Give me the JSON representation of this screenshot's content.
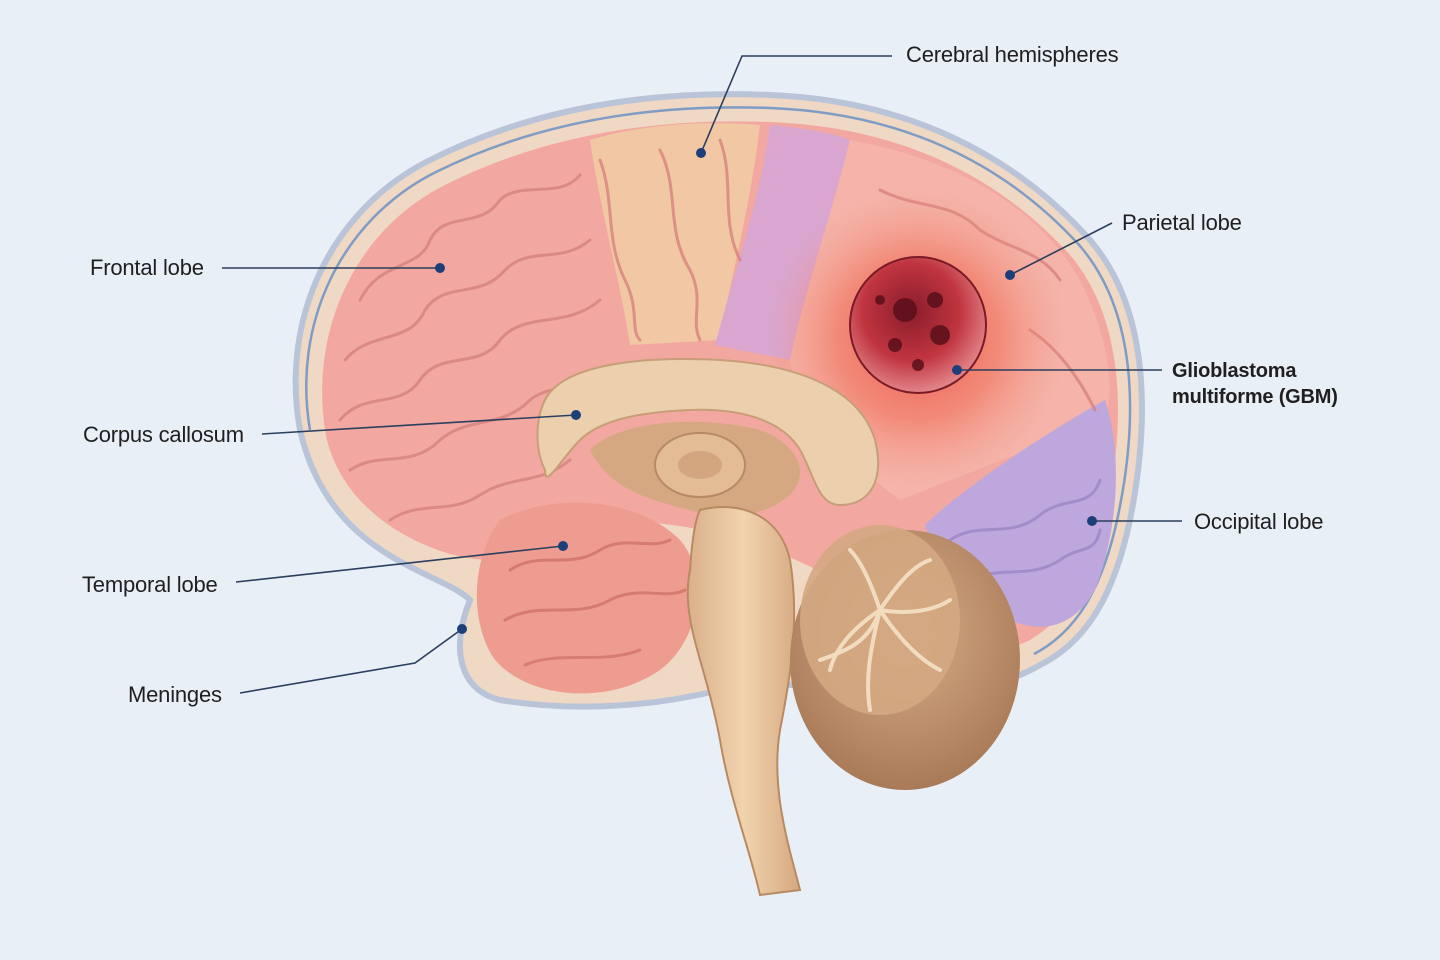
{
  "colors": {
    "background": "#e9eff6",
    "leader_line": "#2b3f5e",
    "leader_dot": "#1c3f7a",
    "cortex": "#f0a8a0",
    "temporal": "#ef9e92",
    "parietal": "#f3b0a8",
    "occipital": "#b9a6dc",
    "tumor": "#c8313a",
    "corpus_callosum": "#ead2b2",
    "cerebellum": "#c99a78",
    "brainstem": "#e2bf98"
  },
  "labels": {
    "cerebral": "Cerebral hemispheres",
    "frontal": "Frontal lobe",
    "parietal": "Parietal lobe",
    "gbm_line1": "Glioblastoma",
    "gbm_line2": "multiforme (GBM)",
    "corpus": "Corpus callosum",
    "occipital": "Occipital lobe",
    "temporal": "Temporal lobe",
    "meninges": "Meninges"
  }
}
